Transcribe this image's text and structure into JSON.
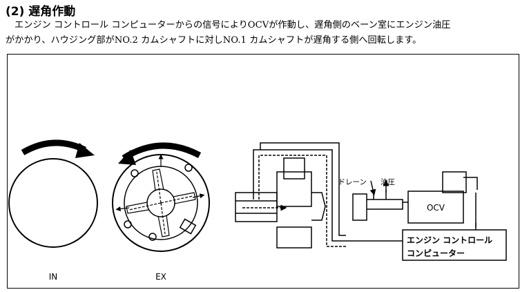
{
  "heading": "(2) 遅角作動",
  "paragraph": {
    "line1": "エンジン コントロール コンピューターからの信号によりOCVが作動し、遅角側のベーン室にエンジン油圧",
    "line2": "がかかり、ハウジング部がNO.2 カムシャフトに対しNO.1 カムシャフトが遅角する側へ回転します。"
  },
  "figure": {
    "label_in": "IN",
    "label_ex": "EX",
    "label_drain": "ドレーン",
    "label_oil_pressure": "油圧",
    "label_ocv": "OCV",
    "computer_line1": "エンジン コントロール",
    "computer_line2": "コンピューター"
  }
}
